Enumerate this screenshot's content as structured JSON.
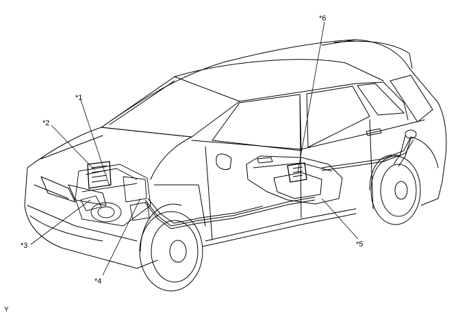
{
  "callouts": [
    {
      "id": "1",
      "label": "*1"
    },
    {
      "id": "2",
      "label": "*2"
    },
    {
      "id": "3",
      "label": "*3"
    },
    {
      "id": "4",
      "label": "*4"
    },
    {
      "id": "5",
      "label": "*5"
    },
    {
      "id": "6",
      "label": "*6"
    }
  ],
  "corner_mark": "Y",
  "colors": {
    "line": "#000000",
    "background": "#ffffff"
  }
}
